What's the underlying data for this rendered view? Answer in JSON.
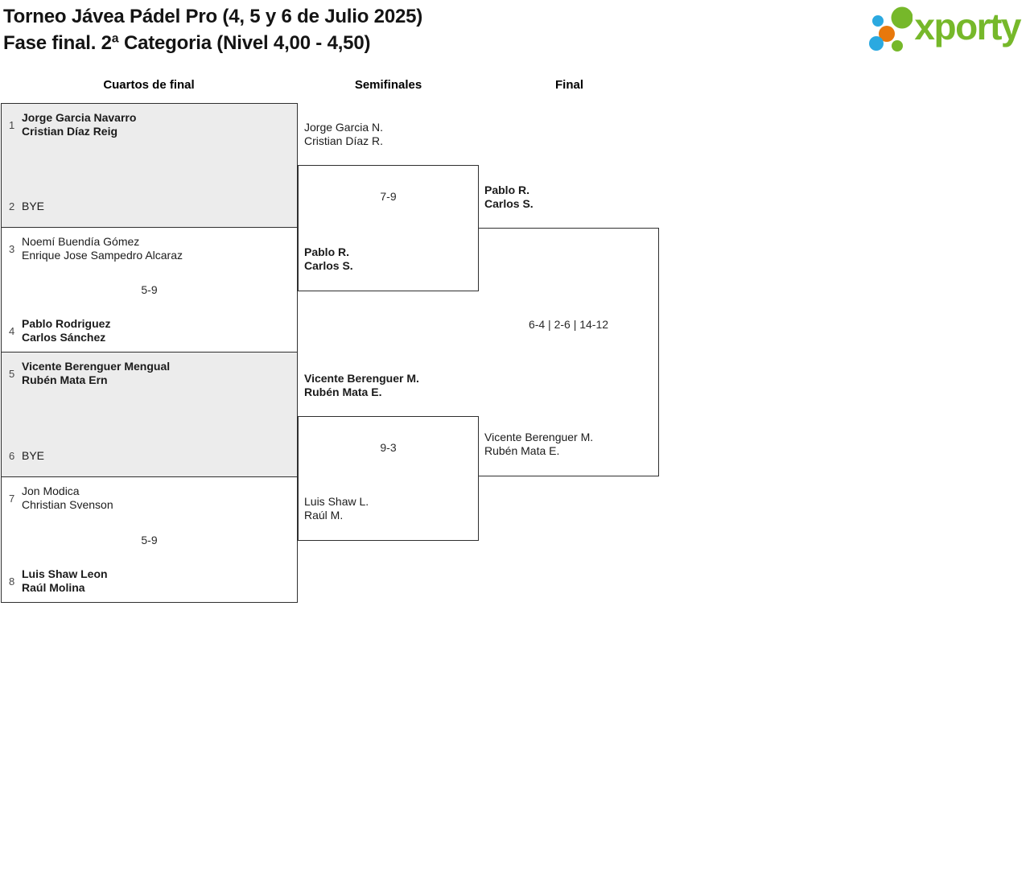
{
  "header": {
    "title_line1": "Torneo Jávea Pádel Pro (4, 5 y 6 de Julio 2025)",
    "title_line2": "Fase final. 2ª Categoria (Nivel 4,00 - 4,50)",
    "logo_text": "xporty"
  },
  "colors": {
    "logo_green": "#76b82a",
    "logo_blue": "#2ba9e0",
    "logo_orange": "#e8780c",
    "box_gray": "#ececec",
    "line": "#2f2f2f"
  },
  "rounds": [
    {
      "label": "Cuartos de final"
    },
    {
      "label": "Semifinales"
    },
    {
      "label": "Final"
    }
  ],
  "quarterfinals": [
    {
      "seed1": "1",
      "team1_line1": "Jorge Garcia Navarro",
      "team1_line2": "Cristian Díaz Reig",
      "team1_winner": true,
      "score": "",
      "seed2": "2",
      "team2_line1": "BYE",
      "team2_line2": "",
      "team2_winner": false
    },
    {
      "seed1": "3",
      "team1_line1": "Noemí Buendía Gómez",
      "team1_line2": "Enrique Jose Sampedro Alcaraz",
      "team1_winner": false,
      "score": "5-9",
      "seed2": "4",
      "team2_line1": "Pablo Rodriguez",
      "team2_line2": "Carlos Sánchez",
      "team2_winner": true
    },
    {
      "seed1": "5",
      "team1_line1": "Vicente Berenguer Mengual",
      "team1_line2": "Rubén Mata Ern",
      "team1_winner": true,
      "score": "",
      "seed2": "6",
      "team2_line1": "BYE",
      "team2_line2": "",
      "team2_winner": false
    },
    {
      "seed1": "7",
      "team1_line1": "Jon Modica",
      "team1_line2": "Christian Svenson",
      "team1_winner": false,
      "score": "5-9",
      "seed2": "8",
      "team2_line1": "Luis Shaw Leon",
      "team2_line2": "Raúl Molina",
      "team2_winner": true
    }
  ],
  "semifinals": [
    {
      "team1_line1": "Jorge Garcia N.",
      "team1_line2": "Cristian Díaz R.",
      "team1_winner": false,
      "score": "7-9",
      "team2_line1": "Pablo R.",
      "team2_line2": "Carlos S.",
      "team2_winner": true
    },
    {
      "team1_line1": "Vicente Berenguer M.",
      "team1_line2": "Rubén Mata E.",
      "team1_winner": true,
      "score": "9-3",
      "team2_line1": "Luis Shaw L.",
      "team2_line2": "Raúl M.",
      "team2_winner": false
    }
  ],
  "final": {
    "team1_line1": "Pablo R.",
    "team1_line2": "Carlos S.",
    "team1_winner": true,
    "score": "6-4 | 2-6 | 14-12",
    "team2_line1": "Vicente Berenguer M.",
    "team2_line2": "Rubén Mata E.",
    "team2_winner": false
  }
}
